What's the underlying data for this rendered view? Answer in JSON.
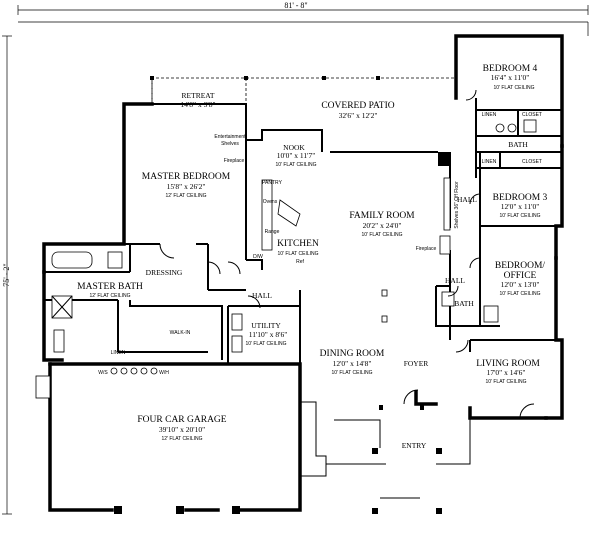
{
  "dimensions": {
    "overall_width": "81' - 8\"",
    "overall_depth": "75' - 2\""
  },
  "rooms": {
    "bedroom4": {
      "name": "BEDROOM 4",
      "size": "16'4\" x 11'0\"",
      "ceiling": "10' FLAT CEILING"
    },
    "retreat": {
      "name": "RETREAT",
      "size": "14'8\" x 3'8\""
    },
    "covered_patio": {
      "name": "COVERED PATIO",
      "size": "32'6\" x 12'2\""
    },
    "master_bedroom": {
      "name": "MASTER BEDROOM",
      "size": "15'8\" x 26'2\"",
      "ceiling": "12' FLAT CEILING"
    },
    "nook": {
      "name": "NOOK",
      "size": "10'0\" x 11'7\"",
      "ceiling": "10' FLAT CEILING"
    },
    "kitchen": {
      "name": "KITCHEN",
      "ceiling": "10' FLAT CEILING"
    },
    "family_room": {
      "name": "FAMILY ROOM",
      "size": "20'2\" x 24'0\"",
      "ceiling": "10' FLAT CEILING"
    },
    "bedroom3": {
      "name": "BEDROOM 3",
      "size": "12'0\" x 11'0\"",
      "ceiling": "10' FLAT CEILING"
    },
    "bedroom_office": {
      "name_line1": "BEDROOM/",
      "name_line2": "OFFICE",
      "size": "12'0\" x 13'0\"",
      "ceiling": "10' FLAT CEILING"
    },
    "master_bath": {
      "name": "MASTER BATH",
      "ceiling": "12' FLAT CEILING"
    },
    "dressing": {
      "name": "DRESSING"
    },
    "utility": {
      "name": "UTILITY",
      "size": "11'10\" x 8'6\"",
      "ceiling": "10' FLAT CEILING"
    },
    "dining_room": {
      "name": "DINING ROOM",
      "size": "12'0\" x 14'8\"",
      "ceiling": "10' FLAT CEILING"
    },
    "living_room": {
      "name": "LIVING ROOM",
      "size": "17'0\" x 14'6\"",
      "ceiling": "10' FLAT CEILING"
    },
    "garage": {
      "name": "FOUR CAR GARAGE",
      "size": "39'10\" x 20'10\"",
      "ceiling": "12' FLAT CEILING"
    }
  },
  "labels": {
    "hall_top": "HALL",
    "hall_mid": "HALL",
    "hall_right": "HALL",
    "bath": "BATH",
    "bath_lower": "BATH",
    "foyer": "FOYER",
    "entry": "ENTRY",
    "walkin": "WALK-IN",
    "closet1": "CLOSET",
    "closet2": "CLOSET",
    "linen1": "LINEN",
    "linen2": "LINEN",
    "linen3": "LINEN",
    "pantry": "PANTRY",
    "ovens": "Ovens",
    "range": "Range",
    "ref": "Ref",
    "dw": "D/W",
    "fireplace1": "Fireplace",
    "fireplace2": "Fireplace",
    "shelves": "Shelves 36\" Off Floor",
    "ent_line1": "Entertainment",
    "ent_line2": "Shelves",
    "ws": "W/S",
    "wh": "W/H"
  }
}
